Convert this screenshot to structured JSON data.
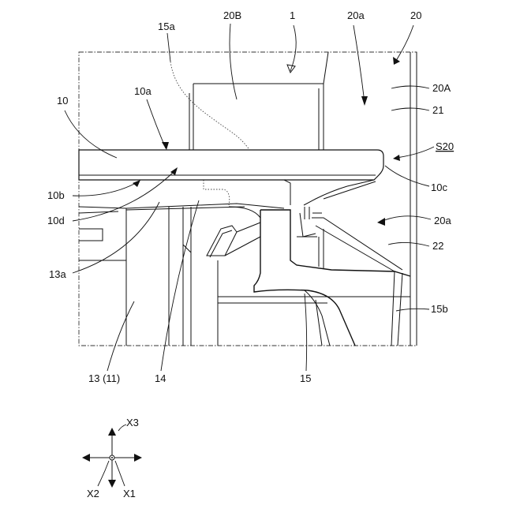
{
  "figure": {
    "labels": {
      "l1": "1",
      "l10": "10",
      "l10a": "10a",
      "l10b": "10b",
      "l10c": "10c",
      "l10d": "10d",
      "l13_11": "13 (11)",
      "l13a": "13a",
      "l14": "14",
      "l15": "15",
      "l15a": "15a",
      "l15b": "15b",
      "l20": "20",
      "l20A": "20A",
      "l20B": "20B",
      "l20a_top": "20a",
      "l20a_right": "20a",
      "l21": "21",
      "l22": "22",
      "lS20": "S20"
    },
    "axes": {
      "x3": "X3",
      "x2": "X2",
      "x1": "X1"
    }
  }
}
